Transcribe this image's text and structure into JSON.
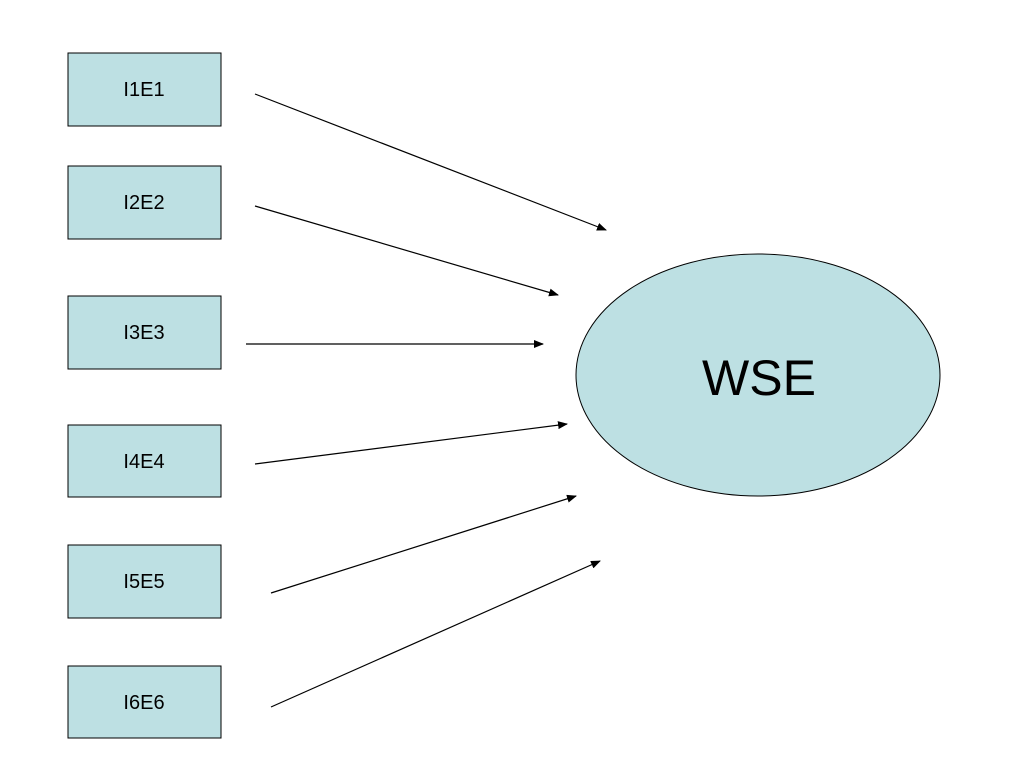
{
  "diagram": {
    "fill_color": "#bde0e3",
    "boxes": [
      {
        "label": "I1E1"
      },
      {
        "label": "I2E2"
      },
      {
        "label": "I3E3"
      },
      {
        "label": "I4E4"
      },
      {
        "label": "I5E5"
      },
      {
        "label": "I6E6"
      }
    ],
    "target": {
      "label": "WSE"
    },
    "edges": [
      {
        "from": "I1E1",
        "to": "WSE"
      },
      {
        "from": "I2E2",
        "to": "WSE"
      },
      {
        "from": "I3E3",
        "to": "WSE"
      },
      {
        "from": "I4E4",
        "to": "WSE"
      },
      {
        "from": "I5E5",
        "to": "WSE"
      },
      {
        "from": "I6E6",
        "to": "WSE"
      }
    ]
  }
}
